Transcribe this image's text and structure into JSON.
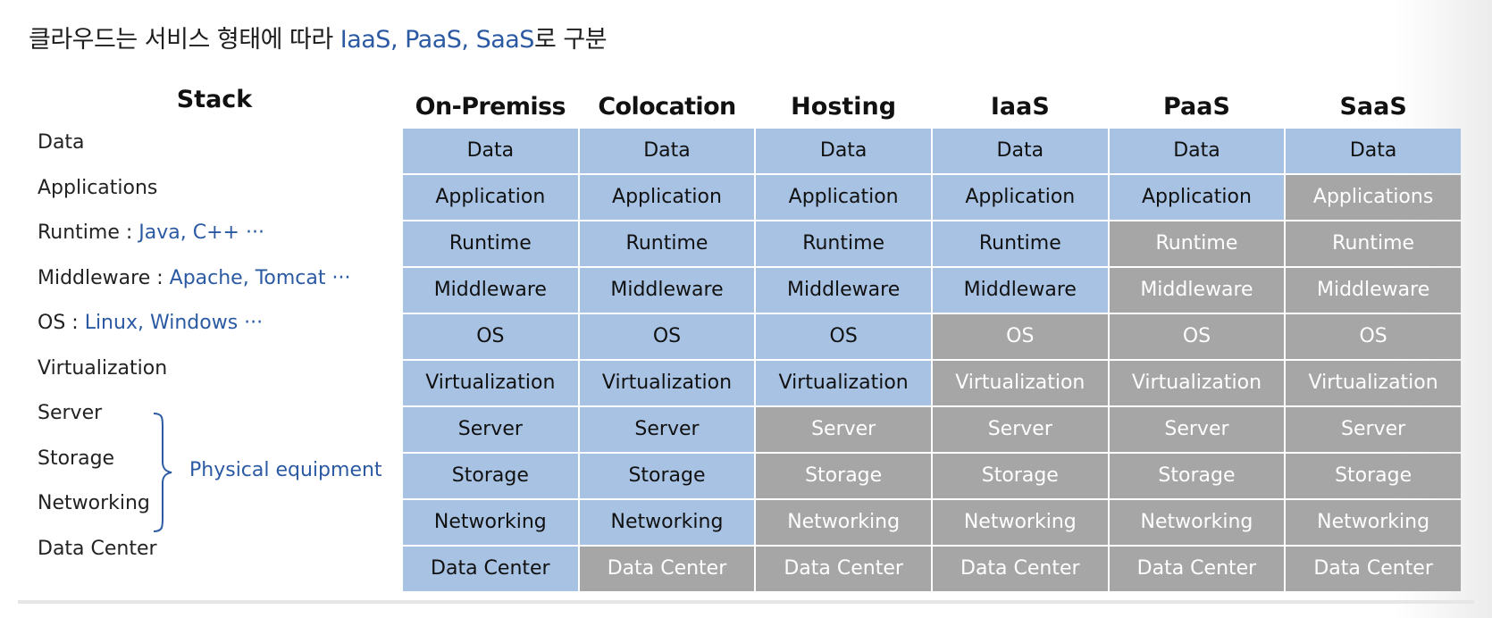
{
  "title": {
    "prefix": "클라우드는 서비스 형태에 따라 ",
    "highlight": "IaaS, PaaS, SaaS",
    "suffix": "로 구분"
  },
  "stack": {
    "heading": "Stack",
    "items": [
      {
        "label": "Data",
        "examples": ""
      },
      {
        "label": "Applications",
        "examples": ""
      },
      {
        "label": "Runtime : ",
        "examples": "Java, C++ ···"
      },
      {
        "label": "Middleware : ",
        "examples": "Apache, Tomcat ···"
      },
      {
        "label": "OS : ",
        "examples": "Linux, Windows ···"
      },
      {
        "label": "Virtualization",
        "examples": ""
      },
      {
        "label": "Server",
        "examples": ""
      },
      {
        "label": "Storage",
        "examples": ""
      },
      {
        "label": "Networking",
        "examples": ""
      },
      {
        "label": "Data Center",
        "examples": ""
      }
    ],
    "group_label": "Physical equipment"
  },
  "models": [
    {
      "name": "On-Premiss",
      "managed_count": 10,
      "cells": [
        "Data",
        "Application",
        "Runtime",
        "Middleware",
        "OS",
        "Virtualization",
        "Server",
        "Storage",
        "Networking",
        "Data Center"
      ]
    },
    {
      "name": "Colocation",
      "managed_count": 9,
      "cells": [
        "Data",
        "Application",
        "Runtime",
        "Middleware",
        "OS",
        "Virtualization",
        "Server",
        "Storage",
        "Networking",
        "Data Center"
      ]
    },
    {
      "name": "Hosting",
      "managed_count": 6,
      "cells": [
        "Data",
        "Application",
        "Runtime",
        "Middleware",
        "OS",
        "Virtualization",
        "Server",
        "Storage",
        "Networking",
        "Data Center"
      ]
    },
    {
      "name": "IaaS",
      "managed_count": 4,
      "cells": [
        "Data",
        "Application",
        "Runtime",
        "Middleware",
        "OS",
        "Virtualization",
        "Server",
        "Storage",
        "Networking",
        "Data Center"
      ]
    },
    {
      "name": "PaaS",
      "managed_count": 2,
      "cells": [
        "Data",
        "Application",
        "Runtime",
        "Middleware",
        "OS",
        "Virtualization",
        "Server",
        "Storage",
        "Networking",
        "Data Center"
      ]
    },
    {
      "name": "SaaS",
      "managed_count": 1,
      "cells": [
        "Data",
        "Applications",
        "Runtime",
        "Middleware",
        "OS",
        "Virtualization",
        "Server",
        "Storage",
        "Networking",
        "Data Center"
      ]
    }
  ],
  "colors": {
    "managed": "#a7c2e3",
    "provided": "#a6a6a6",
    "highlight_text": "#2b5aa3"
  }
}
